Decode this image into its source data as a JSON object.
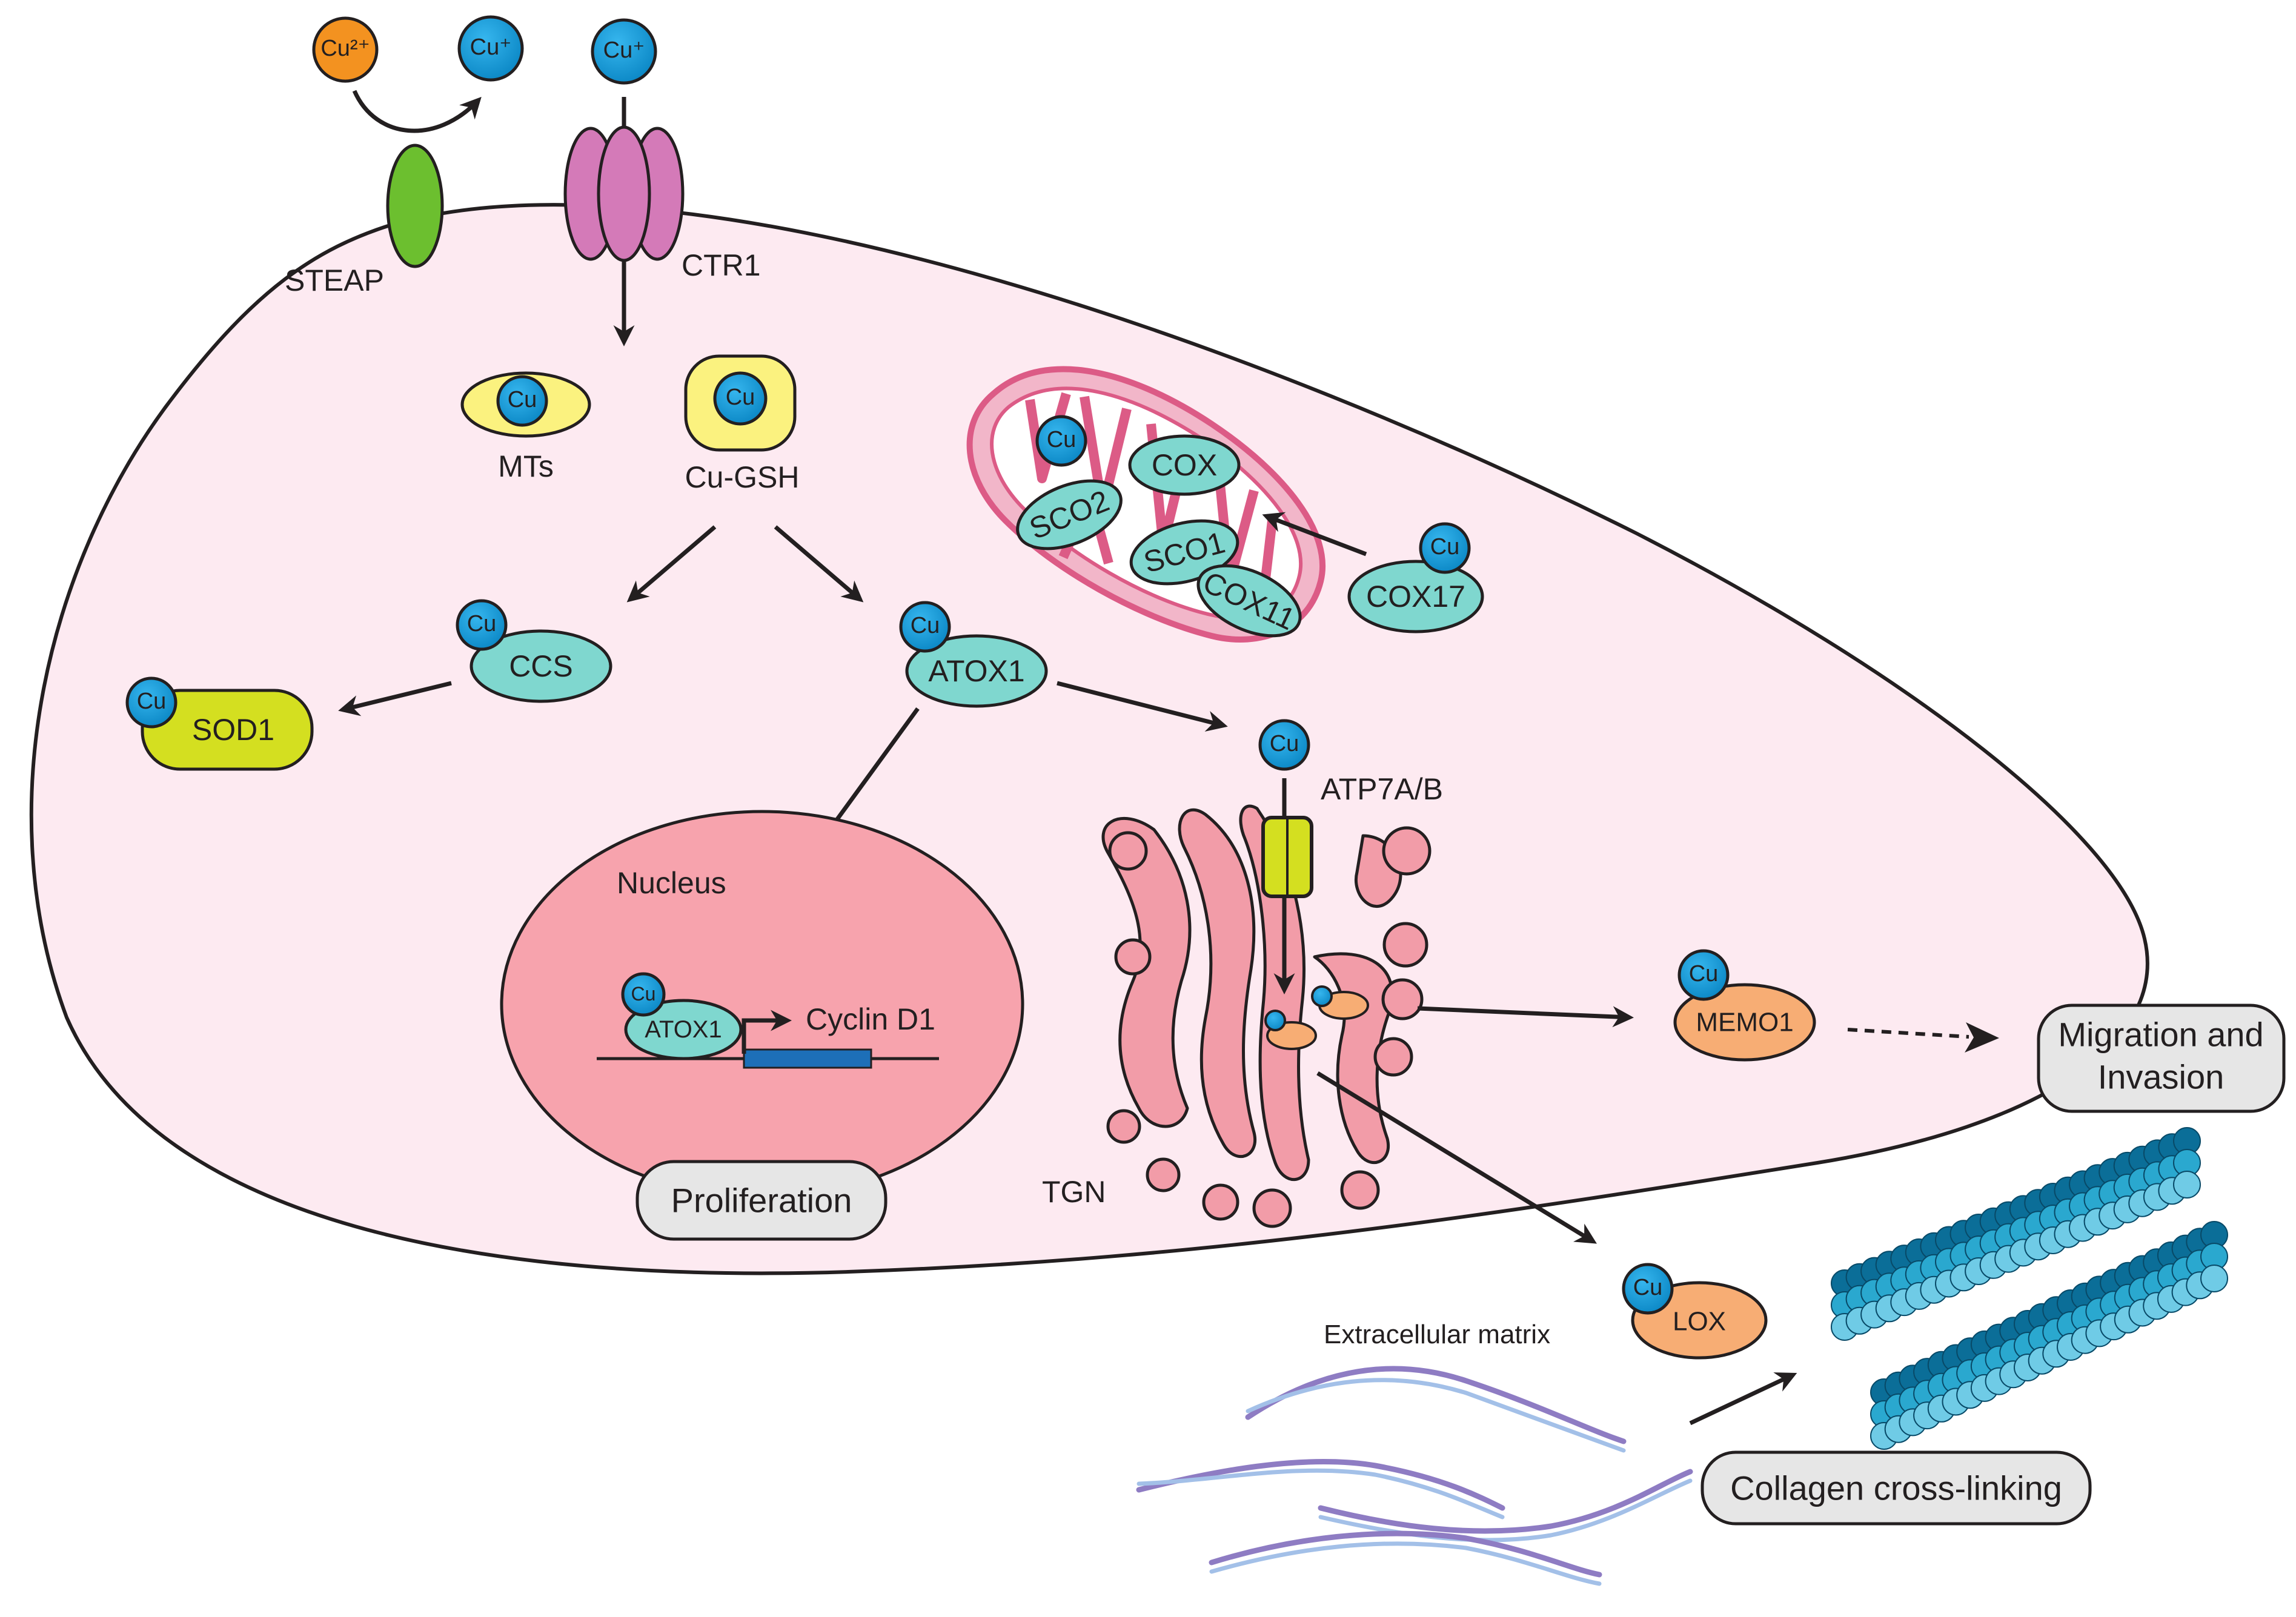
{
  "ions": {
    "cu2": "Cu²⁺",
    "cu1": "Cu⁺",
    "cu": "Cu"
  },
  "transporters": {
    "steap": "STEAP",
    "ctr1": "CTR1",
    "atp7": "ATP7A/B"
  },
  "chaperones": {
    "mts": "MTs",
    "cu_gsh": "Cu-GSH",
    "ccs": "CCS",
    "sod1": "SOD1",
    "atox1": "ATOX1",
    "atox1_nuclear": "ATOX1",
    "cox17": "COX17"
  },
  "mitochondrion": {
    "cox": "COX",
    "sco2": "SCO2",
    "sco1": "SCO1",
    "cox11": "COX11"
  },
  "nucleus": {
    "label": "Nucleus",
    "gene": "Cyclin D1"
  },
  "golgi": {
    "label": "TGN"
  },
  "targets": {
    "memo1": "MEMO1",
    "lox": "LOX"
  },
  "outcomes": {
    "proliferation": "Proliferation",
    "migration_1": "Migration and",
    "migration_2": "Invasion",
    "collagen": "Collagen cross-linking"
  },
  "ecm": {
    "label": "Extracellular matrix"
  },
  "colors": {
    "cell_fill": "#fdeaf1",
    "copper_blue": "#0c9ad8",
    "cu2_orange": "#f39220",
    "steap_green": "#6cbf2f",
    "ctr1_magenta": "#d47ab8",
    "teal_protein": "#7fd7cf",
    "mt_yellow": "#fbf27f",
    "sod1_lime": "#d4df20",
    "mito_pink": "#dc5b86",
    "nucleus_pink": "#f7a3ad",
    "golgi_pink": "#f29ca8",
    "target_orange": "#f7ad74",
    "outcome_grey": "#e6e6e6",
    "dna_blue": "#1d6fb8"
  }
}
